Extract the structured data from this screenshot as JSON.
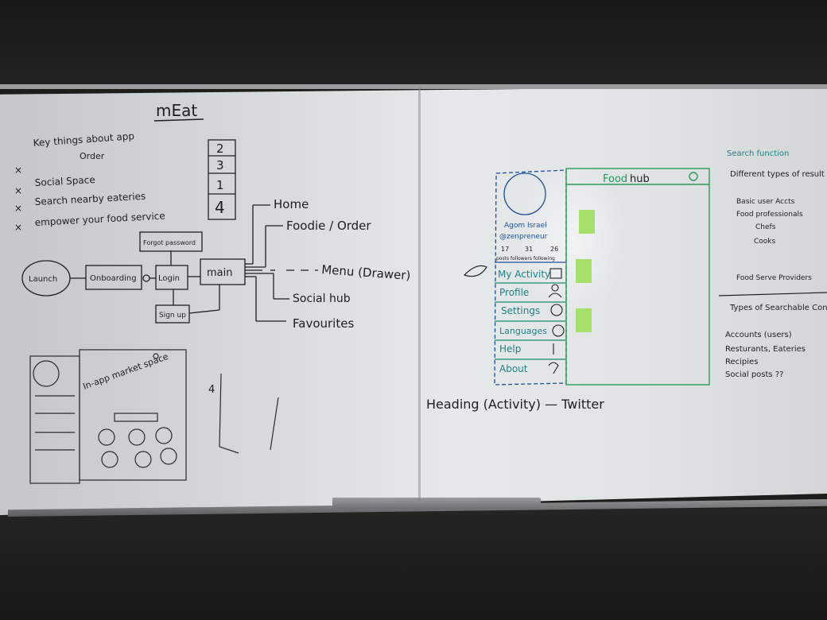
{
  "board": {
    "title": "mEat",
    "key_things": {
      "heading": "Key things about app",
      "subheading": "Order",
      "items": [
        "Social Space",
        "Search nearby eateries",
        "empower your food service"
      ]
    },
    "priority_numbers": [
      "2",
      "3",
      "1",
      "4"
    ],
    "flow": {
      "launch": "Launch",
      "onboarding": "Onboarding",
      "login": "Login",
      "forgot_password": "Forgot password",
      "sign_up": "Sign up",
      "main": "main",
      "branches": [
        "Home",
        "Foodie / Order",
        "Menu (Drawer)",
        "Social hub",
        "Favourites"
      ]
    },
    "market_sketch": {
      "label": "In-app market space",
      "stray_number": "4"
    },
    "drawer_sketch": {
      "name": "Agom Israel",
      "handle": "@zenpreneur",
      "stats": [
        "17",
        "31",
        "26"
      ],
      "stats_labels": "posts followers following",
      "menu": [
        "My Activity",
        "Profile",
        "Settings",
        "Languages",
        "Help",
        "About"
      ]
    },
    "app_screen": {
      "title_green": "Food",
      "title_dark": "hub"
    },
    "heading_note": "Heading (Activity) — Twitter",
    "search_notes": {
      "heading": "Search function",
      "items": [
        "Different types of result ??",
        "Basic user Accts",
        "Food professionals",
        "Chefs",
        "Cooks",
        "Food Serve Providers"
      ]
    },
    "types_notes": {
      "heading": "Types of Searchable Contents",
      "items": [
        "Accounts (users)",
        "Resturants, Eateries",
        "Recipies",
        "Social posts ??"
      ]
    }
  }
}
